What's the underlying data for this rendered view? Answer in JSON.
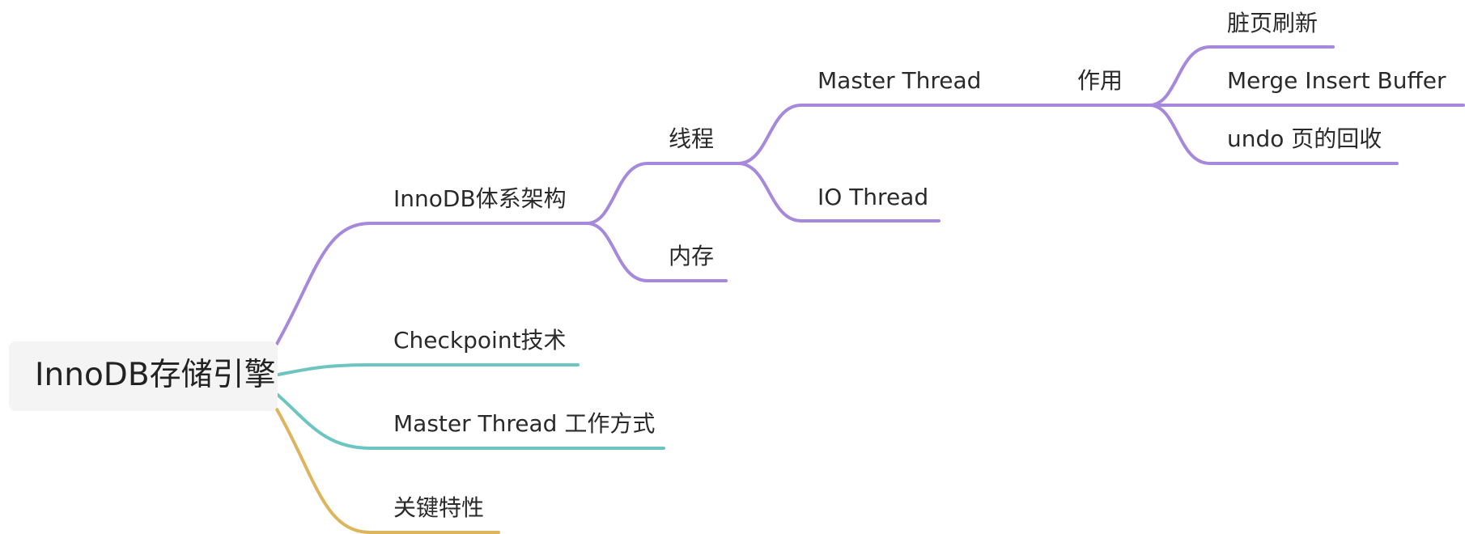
{
  "root": {
    "label": "InnoDB存储引擎"
  },
  "colors": {
    "purple": "#a688dc",
    "teal": "#6cc5c0",
    "gold": "#dcb55c",
    "root_bg": "#f4f4f4"
  },
  "branches": {
    "architecture": {
      "label": "InnoDB体系架构",
      "threads": {
        "label": "线程",
        "master": {
          "label": "Master Thread",
          "role": {
            "label": "作用",
            "items": [
              "脏页刷新",
              "Merge  Insert Buffer",
              "undo 页的回收"
            ]
          }
        },
        "io": {
          "label": "IO Thread"
        }
      },
      "memory": {
        "label": "内存"
      }
    },
    "checkpoint": {
      "label": "Checkpoint技术"
    },
    "master_mode": {
      "label": "Master Thread 工作方式"
    },
    "features": {
      "label": "关键特性"
    }
  }
}
